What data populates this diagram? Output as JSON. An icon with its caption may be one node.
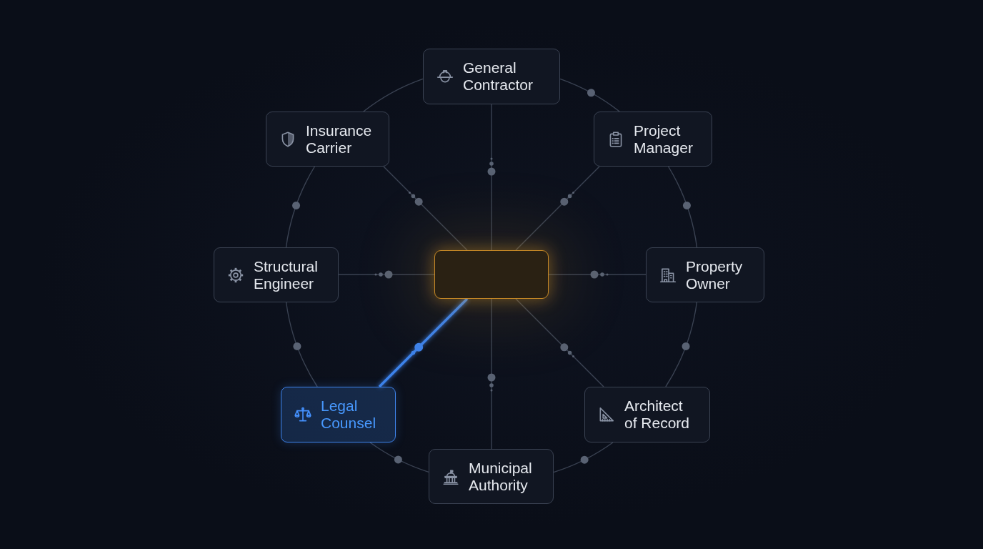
{
  "diagram": {
    "nodes": [
      {
        "text": [
          "General Contractor"
        ]
      },
      {
        "text": [
          "Insurance Carrier"
        ]
      },
      {
        "text": [
          "Project Manager"
        ]
      },
      {
        "text": [
          "Structural Engineer"
        ]
      },
      {
        "text": [],
        "shape": "box"
      },
      {
        "text": [
          "Property Owner"
        ]
      },
      {
        "text": [
          "Legal Counsel"
        ]
      },
      {
        "text": [
          "Architect of Record"
        ]
      },
      {
        "text": [
          "Municipal Authority"
        ]
      }
    ],
    "edges": [
      {
        "from": 4,
        "to": 0,
        "arrow": "none"
      },
      {
        "from": 4,
        "to": 1,
        "arrow": "none"
      },
      {
        "from": 4,
        "to": 2,
        "arrow": "none"
      },
      {
        "from": 4,
        "to": 3,
        "arrow": "none"
      },
      {
        "from": 4,
        "to": 5,
        "arrow": "none"
      },
      {
        "from": 4,
        "to": 6,
        "arrow": "none",
        "style": "thick",
        "color": "#3d82ea"
      },
      {
        "from": 4,
        "to": 7,
        "arrow": "none"
      },
      {
        "from": 4,
        "to": 8,
        "arrow": "none"
      },
      {
        "from": 0,
        "to": 2,
        "arrow": "none"
      },
      {
        "from": 2,
        "to": 5,
        "arrow": "none"
      },
      {
        "from": 5,
        "to": 7,
        "arrow": "none"
      },
      {
        "from": 7,
        "to": 8,
        "arrow": "none"
      },
      {
        "from": 8,
        "to": 6,
        "arrow": "none"
      },
      {
        "from": 6,
        "to": 3,
        "arrow": "none"
      },
      {
        "from": 3,
        "to": 1,
        "arrow": "none"
      },
      {
        "from": 1,
        "to": 0,
        "arrow": "none"
      }
    ]
  }
}
